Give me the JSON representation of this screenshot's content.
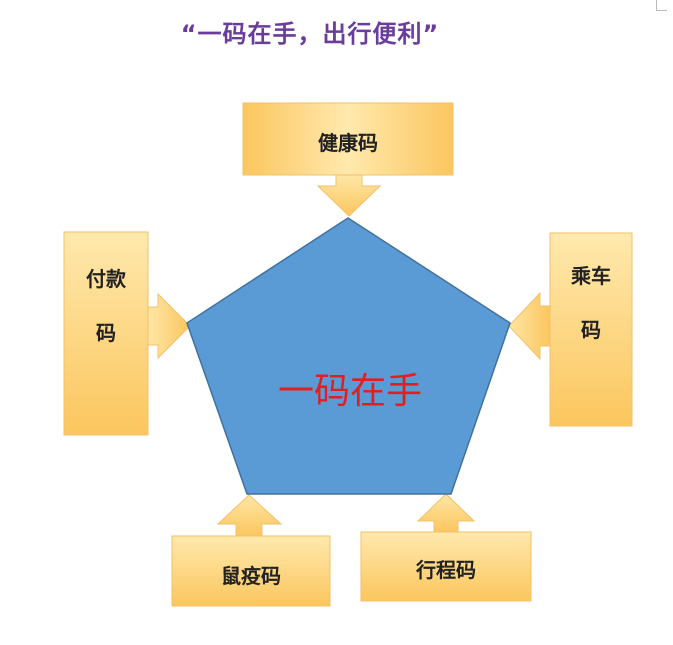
{
  "title": "“一码在手，出行便利”",
  "center_label": "一码在手",
  "boxes": {
    "top": "健康码",
    "left": "付款码",
    "right": "乘车码",
    "bottom_left": "鼠疫码",
    "bottom_right": "行程码"
  },
  "colors": {
    "title": "#6a3d9a",
    "pentagon_fill": "#5b9bd5",
    "pentagon_stroke": "#41719c",
    "box_fill_light": "#ffe8a8",
    "box_fill_dark": "#fbc65e",
    "box_stroke": "#f5c36a",
    "center_text": "#e02020"
  }
}
